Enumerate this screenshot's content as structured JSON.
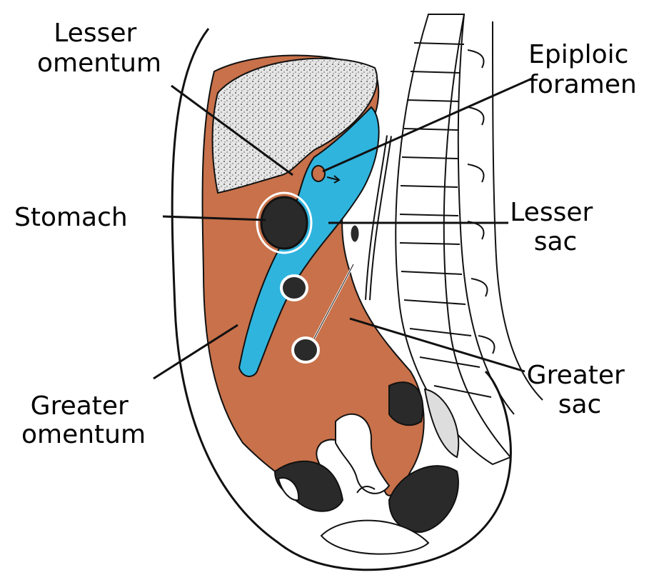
{
  "diagram": {
    "labels": {
      "lesser_omentum": [
        "Lesser",
        "omentum"
      ],
      "epiploic_foramen": [
        "Epiploic",
        "foramen"
      ],
      "stomach": [
        "Stomach"
      ],
      "lesser_sac": [
        "Lesser",
        "sac"
      ],
      "greater_omentum": [
        "Greater",
        "omentum"
      ],
      "greater_sac": [
        "Greater",
        "sac"
      ]
    },
    "colors": {
      "greater_sac_fill": "#c8714a",
      "lesser_sac_fill": "#2fb4de",
      "liver_fill": "#d9d9d9",
      "outline": "#111111",
      "viscera_fill": "#2a2a2a"
    }
  }
}
